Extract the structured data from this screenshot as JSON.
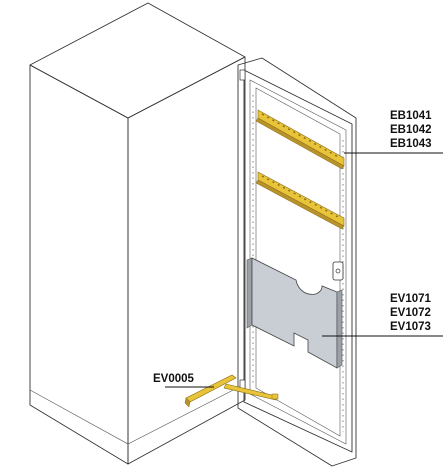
{
  "diagram": {
    "callouts": [
      {
        "id": "rails",
        "codes": [
          "EB1041",
          "EB1042",
          "EB1043"
        ]
      },
      {
        "id": "plate",
        "codes": [
          "EV1071",
          "EV1072",
          "EV1073"
        ]
      },
      {
        "id": "stay",
        "codes": [
          "EV0005"
        ]
      }
    ]
  },
  "colors": {
    "rail_yellow": "#e8c43a",
    "rail_shadow": "#b8922a",
    "plate_grey": "#c9ced4",
    "plate_shadow": "#9aa1a9",
    "outline": "#333333"
  }
}
